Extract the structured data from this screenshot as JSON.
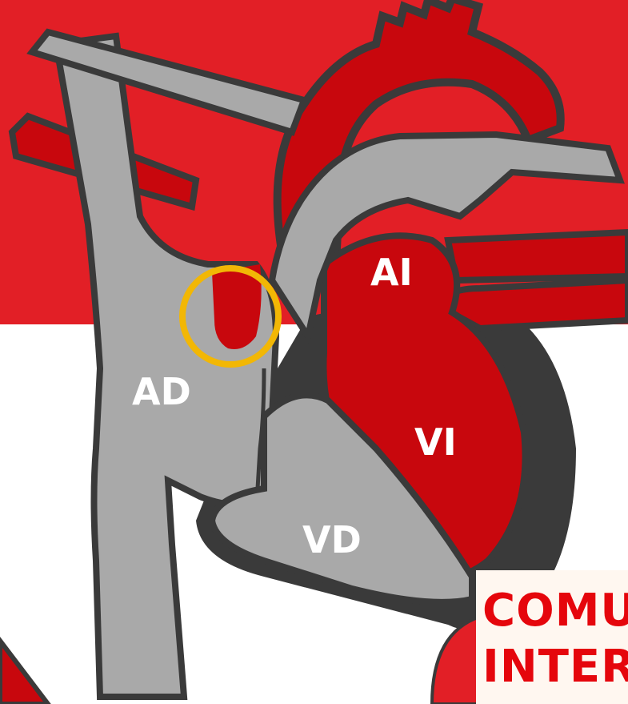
{
  "colors": {
    "background_top": "#e21f26",
    "background_bottom": "#ffffff",
    "oxygenated_blood": "#c8070d",
    "deoxygenated_blood": "#a9a9a9",
    "outline": "#3a3a3a",
    "highlight_ring": "#f2b705",
    "label_text": "#ffffff",
    "banner_text": "#e5060c"
  },
  "labels": {
    "right_atrium": "AD",
    "left_atrium": "AI",
    "left_ventricle": "VI",
    "right_ventricle": "VD"
  },
  "banner": {
    "line1": "COMU",
    "line2": "INTER"
  },
  "highlight": {
    "marks": "circle-highlight"
  }
}
